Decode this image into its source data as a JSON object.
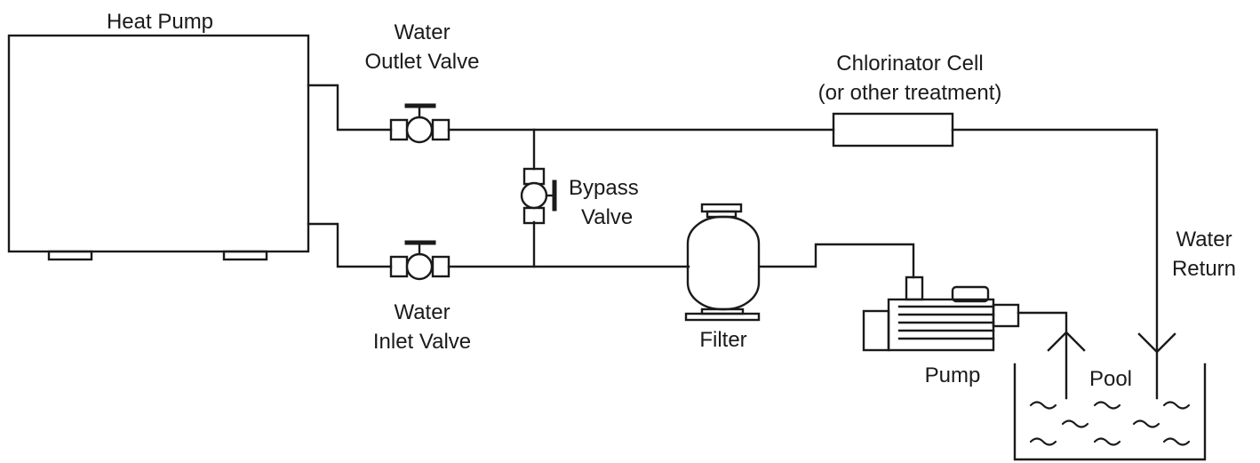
{
  "diagram": {
    "heat_pump": {
      "label": "Heat Pump"
    },
    "outlet_valve": {
      "line1": "Water",
      "line2": "Outlet Valve"
    },
    "inlet_valve": {
      "line1": "Water",
      "line2": "Inlet Valve"
    },
    "bypass_valve": {
      "line1": "Bypass",
      "line2": "Valve"
    },
    "chlorinator": {
      "line1": "Chlorinator Cell",
      "line2": "(or other treatment)"
    },
    "filter": {
      "label": "Filter"
    },
    "pump": {
      "label": "Pump"
    },
    "water_return": {
      "line1": "Water",
      "line2": "Return"
    },
    "pool": {
      "label": "Pool"
    }
  }
}
